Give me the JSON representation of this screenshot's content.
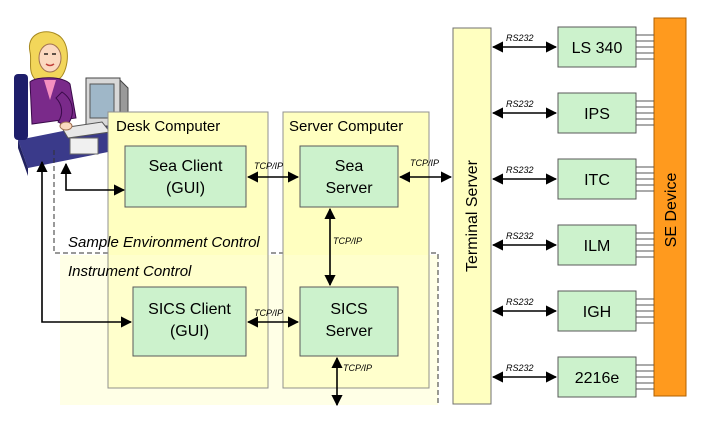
{
  "desk_computer": {
    "title": "Desk Computer"
  },
  "server_computer": {
    "title": "Server Computer"
  },
  "sea_client": {
    "line1": "Sea Client",
    "line2": "(GUI)"
  },
  "sea_server": {
    "line1": "Sea",
    "line2": "Server"
  },
  "sics_client": {
    "line1": "SICS Client",
    "line2": "(GUI)"
  },
  "sics_server": {
    "line1": "SICS",
    "line2": "Server"
  },
  "sections": {
    "sample_env": "Sample Environment Control",
    "instrument": "Instrument Control"
  },
  "terminal_server": {
    "label": "Terminal Server"
  },
  "se_device": {
    "label": "SE Device"
  },
  "protocols": {
    "tcpip": "TCP/IP",
    "rs232": "RS232"
  },
  "devices": [
    {
      "label": "LS 340"
    },
    {
      "label": "IPS"
    },
    {
      "label": "ITC"
    },
    {
      "label": "ILM"
    },
    {
      "label": "IGH"
    },
    {
      "label": "2216e"
    }
  ],
  "colors": {
    "computer_box": "#ffffc0",
    "module_box": "#ccf2cc",
    "se_device": "#ff9a1e"
  },
  "icons": [
    "user-at-computer-clipart-icon"
  ]
}
